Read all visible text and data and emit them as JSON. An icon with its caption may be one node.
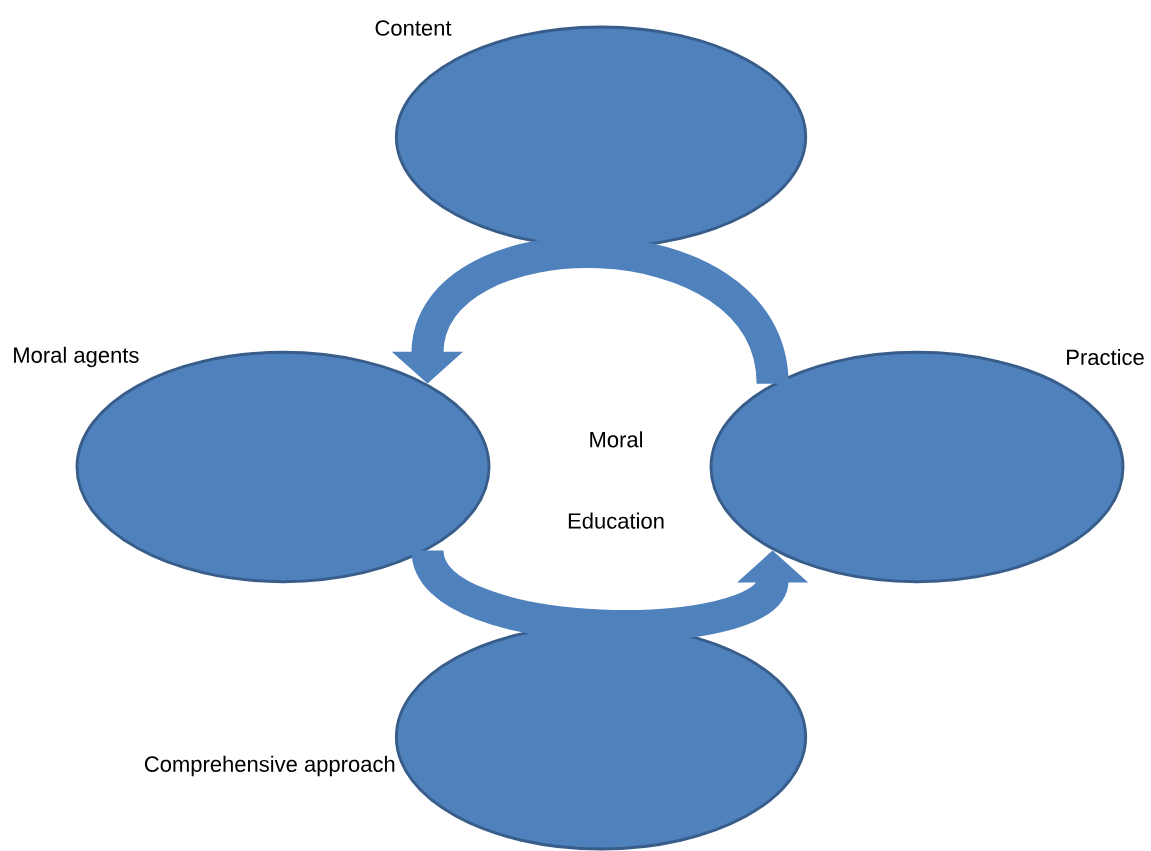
{
  "diagram": {
    "nodes": [
      {
        "text": [
          "Content"
        ]
      },
      {
        "text": [
          "Moral agents"
        ]
      },
      {
        "text": [
          "Practice"
        ]
      },
      {
        "text": [
          "Comprehensive approach"
        ]
      }
    ],
    "edges": [
      {
        "from": 2,
        "to": 1,
        "arrow": "to"
      },
      {
        "from": 1,
        "to": 2,
        "arrow": "to"
      }
    ],
    "labels": [
      "Moral Education"
    ]
  }
}
